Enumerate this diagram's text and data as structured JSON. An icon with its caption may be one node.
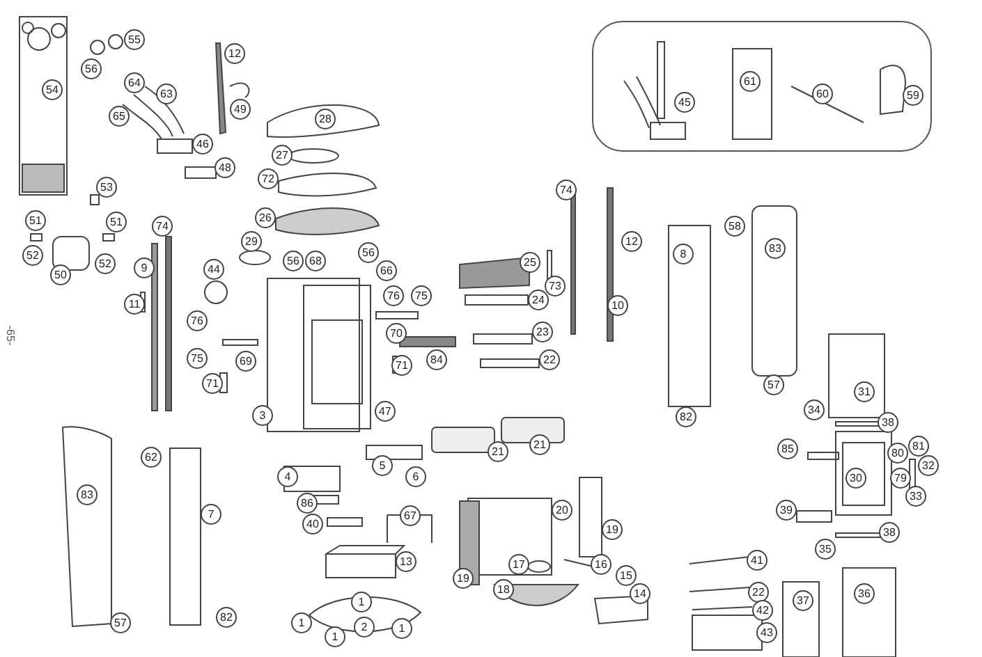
{
  "diagram": {
    "nodes": [
      {
        "text": [
          "45",
          "61",
          "60",
          "59"
        ]
      }
    ],
    "labels": [
      "55",
      "56",
      "54",
      "12",
      "64",
      "63",
      "49",
      "65",
      "46",
      "48",
      "53",
      "51",
      "51",
      "52",
      "52",
      "50",
      "74",
      "9",
      "11",
      "44",
      "76",
      "28",
      "27",
      "72",
      "26",
      "29",
      "56",
      "68",
      "56",
      "66",
      "76",
      "75",
      "25",
      "24",
      "73",
      "74",
      "12",
      "8",
      "58",
      "83",
      "10",
      "-65-",
      "75",
      "69",
      "71",
      "3",
      "70",
      "84",
      "23",
      "22",
      "71",
      "47",
      "21",
      "21",
      "4",
      "5",
      "6",
      "62",
      "83",
      "7",
      "86",
      "40",
      "67",
      "20",
      "19",
      "19",
      "13",
      "17",
      "16",
      "15",
      "14",
      "18",
      "1",
      "1",
      "2",
      "1",
      "1",
      "57",
      "82",
      "82",
      "57",
      "31",
      "34",
      "38",
      "85",
      "80",
      "81",
      "32",
      "30",
      "79",
      "33",
      "39",
      "38",
      "35",
      "41",
      "22",
      "42",
      "43",
      "37",
      "36"
    ]
  }
}
